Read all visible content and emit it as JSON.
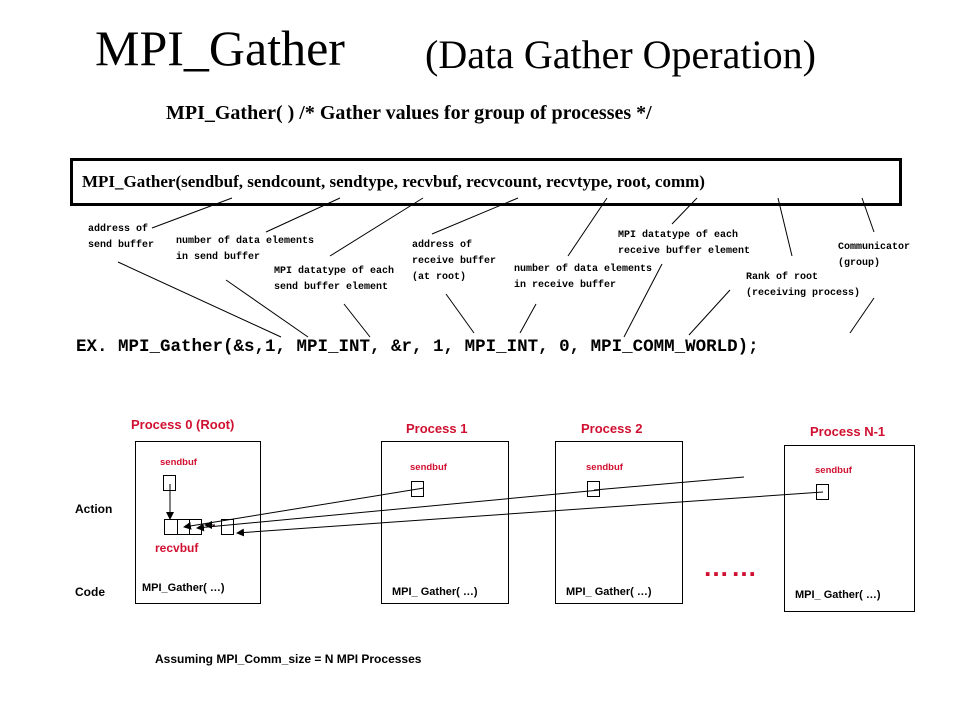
{
  "title": {
    "main": "MPI_Gather",
    "sub": "(Data Gather Operation)"
  },
  "subtitle": "MPI_Gather( )    /* Gather values for group of processes */",
  "signature": "MPI_Gather(sendbuf,  sendcount, sendtype, recvbuf, recvcount,  recvtype,  root,  comm)",
  "annotations": {
    "sendbuf": [
      "address of",
      "send buffer"
    ],
    "sendcount": [
      "number of data elements",
      "in send buffer"
    ],
    "sendtype": [
      "MPI datatype of each",
      "send buffer element"
    ],
    "recvbuf": [
      "address of",
      "receive buffer",
      "(at root)"
    ],
    "recvcount": [
      "number of data elements",
      "in receive buffer"
    ],
    "recvtype": [
      "MPI datatype of each",
      "receive buffer element"
    ],
    "root": [
      "Rank of root",
      "(receiving process)"
    ],
    "comm": [
      "Communicator",
      "(group)"
    ]
  },
  "example": "EX. MPI_Gather(&s,1, MPI_INT, &r, 1, MPI_INT, 0, MPI_COMM_WORLD);",
  "labels": {
    "action": "Action",
    "code": "Code"
  },
  "processes": [
    {
      "title": "Process 0 (Root)",
      "sendbuf": "sendbuf",
      "recvbuf": "recvbuf",
      "recv_dots": "...",
      "code": "MPI_Gather( …)"
    },
    {
      "title": "Process 1",
      "sendbuf": "sendbuf",
      "code": "MPI_ Gather( …)"
    },
    {
      "title": "Process 2",
      "sendbuf": "sendbuf",
      "code": "MPI_ Gather( …)"
    },
    {
      "title": "Process N-1",
      "sendbuf": "sendbuf",
      "code": "MPI_ Gather( …)"
    }
  ],
  "ellipsis": "……",
  "footnote": "Assuming MPI_Comm_size = N  MPI Processes",
  "colors": {
    "accent_red": "#d01030",
    "line": "#000000"
  }
}
